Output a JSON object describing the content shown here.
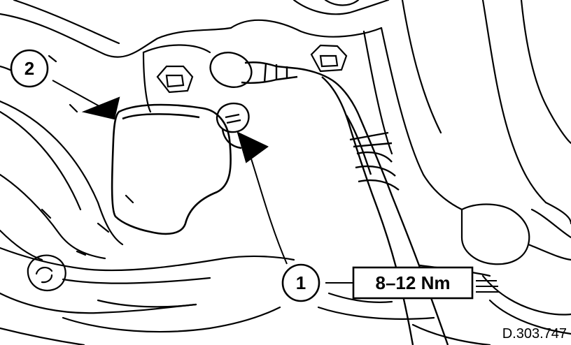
{
  "callouts": [
    {
      "id": "1",
      "label": "1"
    },
    {
      "id": "2",
      "label": "2"
    }
  ],
  "torque": {
    "value": "8–12 Nm"
  },
  "reference": {
    "code": "D.303.747"
  },
  "colors": {
    "ink": "#000000",
    "paper": "#ffffff"
  }
}
